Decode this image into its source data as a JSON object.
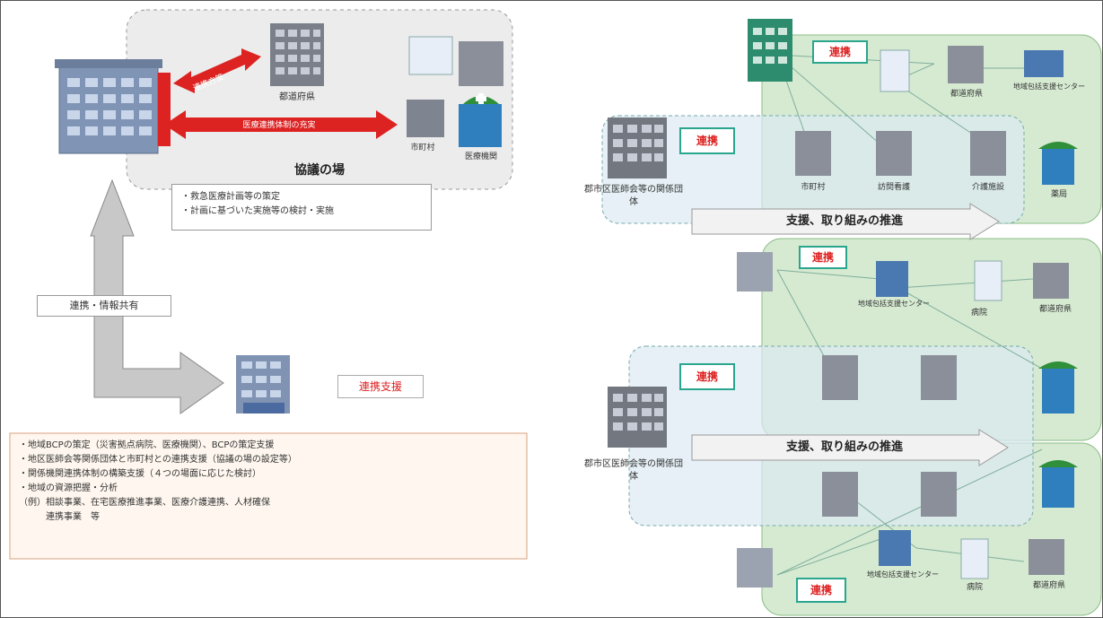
{
  "left": {
    "forum_title": "協議の場",
    "forum_items": [
      "・救急医療計画等の策定",
      "・計画に基づいた実施等の検討・実施"
    ],
    "arrow_label_top": "連携方策",
    "arrow_label_long": "医療連携体制の充実",
    "building_top": "都道府県",
    "building_clinic": "市町村",
    "building_hospital": "医療機関",
    "share_label": "連携・情報共有",
    "support_label": "連携支援",
    "support_items": [
      "・地域BCPの策定（災害拠点病院、医療機関）、BCPの策定支援",
      "・地区医師会等関係団体と市町村との連携支援（協議の場の設定等）",
      "・関係機関連携体制の構築支援（４つの場面に応じた検討）",
      "・地域の資源把握・分析",
      "（例）相談事業、在宅医療推進事業、医療介護連携、人材確保",
      "　　　連携事業　等"
    ]
  },
  "right": {
    "tag_label": "連携",
    "banner_label": "支援、取り組みの推進",
    "region_label_1": "郡市区医師会等の関係団体",
    "region_label_2": "郡市区医師会等の関係団体",
    "node_city": "市町村",
    "node_pref": "都道府県",
    "node_center": "地域包括支援センター",
    "node_care": "訪問看護",
    "node_pharm": "薬局",
    "node_hospital": "病院",
    "node_other": "介護施設"
  },
  "colors": {
    "accent_red": "#d22",
    "panel_green": "#d6ead2",
    "panel_blue": "#dbe9f2",
    "arrow_gray": "#c8c8c8"
  }
}
